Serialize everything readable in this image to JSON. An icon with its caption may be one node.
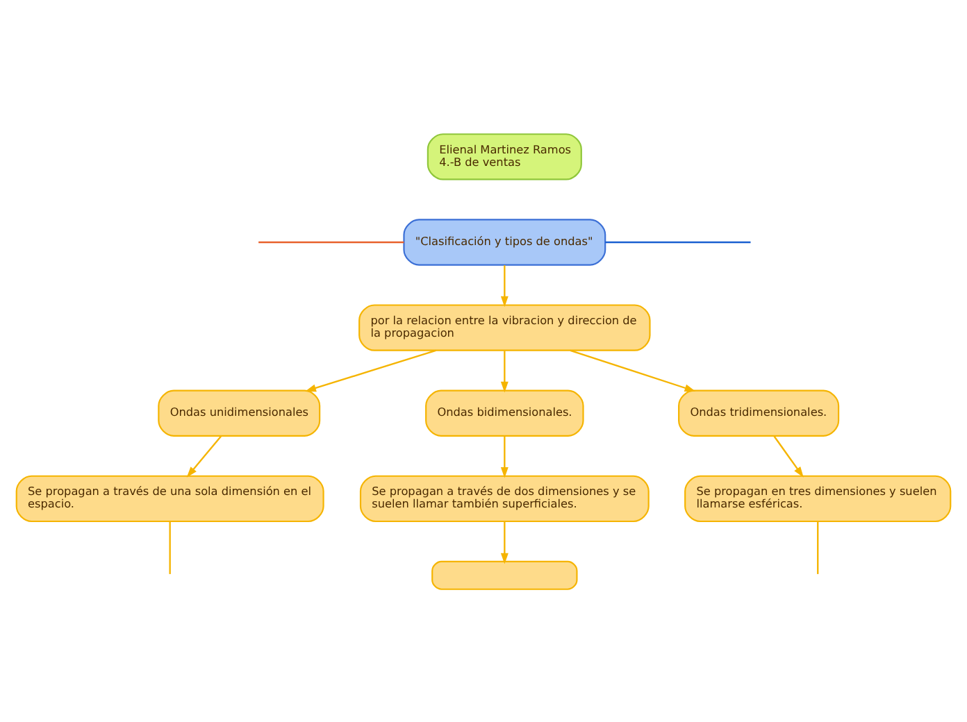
{
  "diagram": {
    "nodes": [
      {
        "text": [
          "Elienal Martinez Ramos",
          "4.-B de ventas"
        ]
      },
      {
        "text": [
          "\"Clasificación y tipos de ondas\""
        ]
      },
      {
        "text": [
          "por la relacion entre la vibracion y direccion de la propagacion"
        ]
      },
      {
        "text": [
          "Ondas unidimensionales"
        ]
      },
      {
        "text": [
          "Ondas bidimensionales."
        ]
      },
      {
        "text": [
          "Ondas tridimensionales."
        ]
      },
      {
        "text": [
          "Se propagan a través de una sola dimensión en el espacio."
        ]
      },
      {
        "text": [
          "Se propagan a través de dos dimensiones y se suelen llamar también superficiales."
        ]
      },
      {
        "text": [
          "Se propagan en tres dimensiones y suelen llamarse esféricas."
        ]
      },
      {
        "text": [],
        "shape": "box"
      }
    ],
    "edges": [
      {
        "from": 1,
        "to": null,
        "arrow": "none",
        "color": "#e8612c"
      },
      {
        "from": 1,
        "to": null,
        "arrow": "none",
        "color": "#1a5fd0"
      },
      {
        "from": 1,
        "to": 2,
        "arrow": "to"
      },
      {
        "from": 2,
        "to": 3,
        "arrow": "to"
      },
      {
        "from": 2,
        "to": 4,
        "arrow": "to"
      },
      {
        "from": 2,
        "to": 5,
        "arrow": "to"
      },
      {
        "from": 3,
        "to": 6,
        "arrow": "to"
      },
      {
        "from": 4,
        "to": 7,
        "arrow": "to"
      },
      {
        "from": 5,
        "to": 8,
        "arrow": "to"
      },
      {
        "from": 6,
        "to": null,
        "arrow": "none"
      },
      {
        "from": 7,
        "to": 9,
        "arrow": "to"
      },
      {
        "from": 8,
        "to": null,
        "arrow": "none"
      }
    ]
  }
}
